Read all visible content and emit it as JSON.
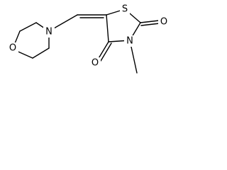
{
  "molecule": {
    "atoms": [
      {
        "id": "O1",
        "label": "O"
      },
      {
        "id": "N1",
        "label": "N"
      },
      {
        "id": "S1",
        "label": "S"
      },
      {
        "id": "O2",
        "label": "O"
      },
      {
        "id": "O3",
        "label": "O"
      },
      {
        "id": "N2",
        "label": "N"
      }
    ]
  },
  "colors": {
    "bond": "#000000",
    "text": "#000000",
    "background": "#ffffff"
  }
}
